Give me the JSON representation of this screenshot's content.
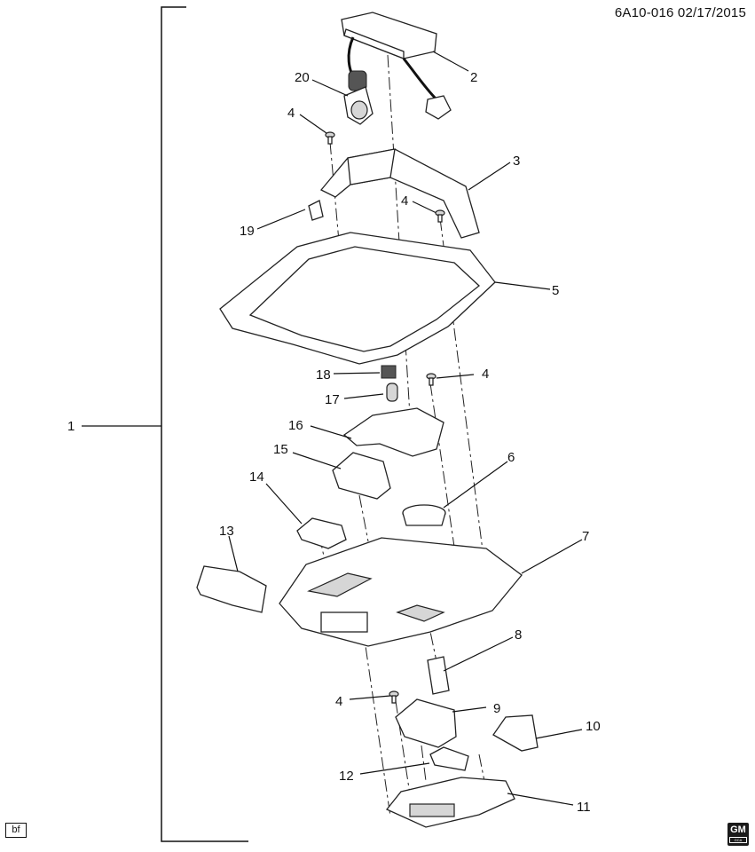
{
  "header": {
    "ref": "6A10-016 02/17/2015"
  },
  "footer": {
    "tag": "bf",
    "logo_text": "GM",
    "logo_sub": "GCA"
  },
  "callouts": [
    {
      "id": "c1",
      "label": "1"
    },
    {
      "id": "c2",
      "label": "2"
    },
    {
      "id": "c3",
      "label": "3"
    },
    {
      "id": "c4a",
      "label": "4"
    },
    {
      "id": "c4b",
      "label": "4"
    },
    {
      "id": "c4c",
      "label": "4"
    },
    {
      "id": "c4d",
      "label": "4"
    },
    {
      "id": "c5",
      "label": "5"
    },
    {
      "id": "c6",
      "label": "6"
    },
    {
      "id": "c7",
      "label": "7"
    },
    {
      "id": "c8",
      "label": "8"
    },
    {
      "id": "c9",
      "label": "9"
    },
    {
      "id": "c10",
      "label": "10"
    },
    {
      "id": "c11",
      "label": "11"
    },
    {
      "id": "c12",
      "label": "12"
    },
    {
      "id": "c13",
      "label": "13"
    },
    {
      "id": "c14",
      "label": "14"
    },
    {
      "id": "c15",
      "label": "15"
    },
    {
      "id": "c16",
      "label": "16"
    },
    {
      "id": "c17",
      "label": "17"
    },
    {
      "id": "c18",
      "label": "18"
    },
    {
      "id": "c19",
      "label": "19"
    },
    {
      "id": "c20",
      "label": "20"
    }
  ]
}
